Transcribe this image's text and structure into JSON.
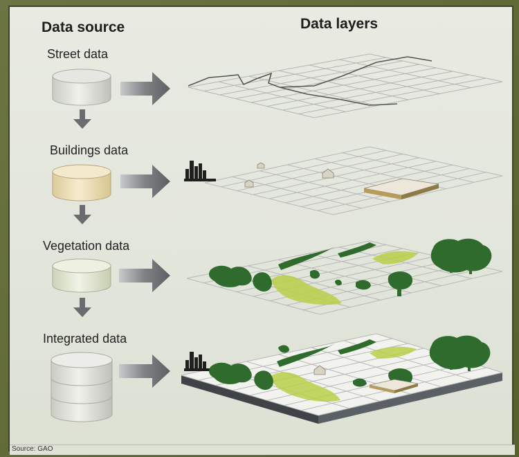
{
  "headers": {
    "data_source": "Data source",
    "data_layers": "Data layers"
  },
  "sources": [
    {
      "label": "Street data"
    },
    {
      "label": "Buildings data"
    },
    {
      "label": "Vegetation data"
    },
    {
      "label": "Integrated data"
    }
  ],
  "source_note": "Source: GAO",
  "colors": {
    "background": "#e6e9df",
    "grid": "#b6b6b6",
    "arrow": "#6a6c70",
    "cylinder_street": "#e0e0da",
    "cylinder_buildings": "#efe3bf",
    "cylinder_vegetation": "#e4e9d4",
    "vegetation_dark": "#2f6b2c",
    "vegetation_mid": "#4f8a3e",
    "vegetation_light": "#b9cf4a",
    "base_slab": "#4b4f55"
  }
}
